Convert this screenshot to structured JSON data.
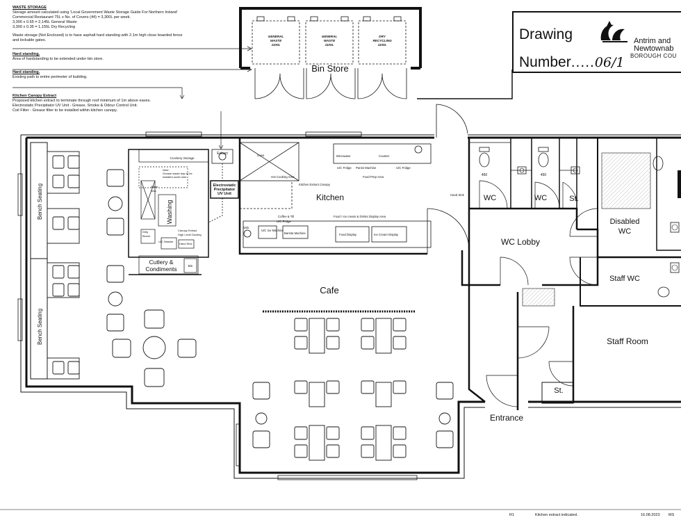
{
  "notes": {
    "waste_storage_heading": "WASTE STORAGE",
    "waste_storage_lines": [
      "Storage amount calculated using 'Local Government Waste Storage Guide For Northern Ireland'",
      "Commercial Restaurant 75L x No. of Covers (44) = 3,300L per week.",
      "3,300 x 0.65 = 2,145L General Waste",
      "3,300 x 0.35 = 1,155L Dry Recycling"
    ],
    "waste_storage_extra": [
      "Waste storage (Not Enclosed) is to have asphalt hard standing with 2.1m high close boarded fence",
      "and lockable gates."
    ],
    "hard_standing_1_heading": "Hard standing.",
    "hard_standing_1_text": "Area of hardstanding to be extended under bin store.",
    "hard_standing_2_heading": "Hard standing.",
    "hard_standing_2_text": "Existing path to entire perimeter of building.",
    "canopy_heading": "Kitchen Canopy Extract",
    "canopy_lines": [
      "Proposed kitchen extract to terminate through roof minimum of 1m above eaves.",
      "Electrostatic Precipitator UV Unit - Grease, Smoke & Odour Control Unit.",
      "Coil Filter - Grease filter to be installed within kitchen canopy."
    ]
  },
  "bin_store": {
    "title": "Bin Store",
    "bins": [
      {
        "l1": "GENERAL",
        "l2": "WASTE",
        "l3": "1100L"
      },
      {
        "l1": "GENERAL",
        "l2": "WASTE",
        "l3": "1100L"
      },
      {
        "l1": "DRY",
        "l2": "RECYCLING",
        "l3": "1100L"
      }
    ]
  },
  "title_block": {
    "drawing_label": "Drawing",
    "number_label": "Number",
    "number_value": "06/1",
    "org_line1": "Antrim and",
    "org_line2": "Newtownab",
    "org_line3": "BOROUGH COU"
  },
  "rooms": {
    "kitchen": "Kitchen",
    "cafe": "Cafe",
    "wc1": "WC",
    "wc2": "WC",
    "st_top": "St.",
    "disabled1": "Disabled",
    "disabled2": "WC",
    "wc_lobby": "WC Lobby",
    "staff_wc": "Staff WC",
    "staff_room": "Staff Room",
    "st_bottom": "St.",
    "entrance": "Entrance",
    "bench_top": "Bench Seating",
    "bench_bottom": "Bench Seating",
    "cutlery1": "Cutlery &",
    "cutlery2": "Condiments",
    "bin": "Bin",
    "washing": "Washing",
    "crockery": "Crockery Storage",
    "extract": "Extract",
    "ep1": "Electrostatic",
    "ep2": "Precipitator",
    "ep3": "UV Unit"
  },
  "small_labels": {
    "note1": "Note:",
    "note2": "Grease waste trap to be",
    "note3": "installed under sink",
    "wash": "Wash",
    "sink": "Sink",
    "dirty1": "Dirty",
    "dirty2": "Bench",
    "uc_washer": "U/C Washer",
    "hand_sink": "Hand Sink",
    "canopy_ext1": "Canopy Extract",
    "canopy_ext2": "High Level Ducting",
    "oven": "Oven",
    "hot_cooking": "Hot Cooking Area",
    "kitchen_canopy": "Kitchen Extract Canopy",
    "microwave": "Microwave",
    "counter": "Counter",
    "uc_fridge1": "U/C Fridge",
    "panini": "Panini Machine",
    "uc_fridge2": "U/C Fridge",
    "food_prep": "Food Prep Area",
    "hand_sink2": "Hand Sink",
    "coffee_till": "Coffee & Till",
    "uc_fridge3": "U/C Fridge",
    "food_display": "Food / Ice cream & Drinks Display Area",
    "uc_ice": "U/C Ice Machine",
    "barista": "Barista Machine",
    "food_disp": "Food Display",
    "ice_disp": "Ice Cream Display",
    "w1": "450",
    "w2": "450"
  },
  "footer": {
    "rev": "R1",
    "desc": "Kitchen extract indicated.",
    "date": "16.08.2023",
    "initials": "MS"
  }
}
